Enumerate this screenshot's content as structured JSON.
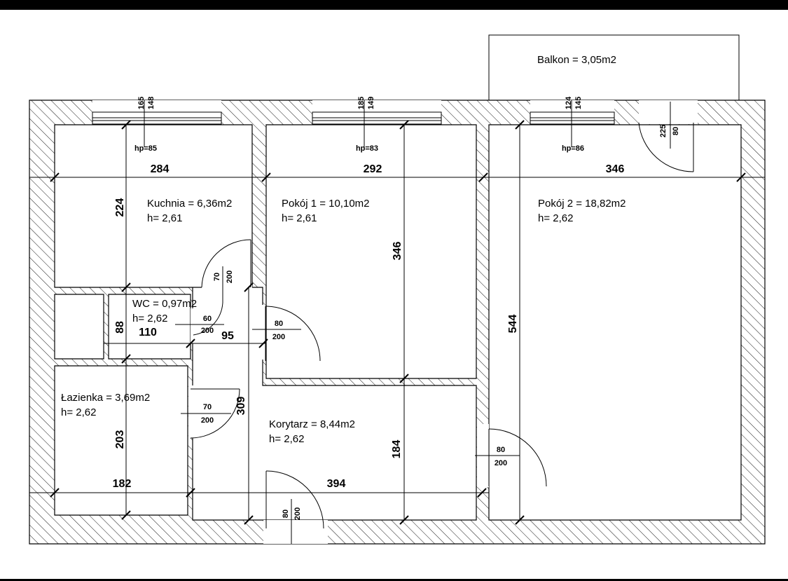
{
  "rooms": {
    "balkon": {
      "label": "Balkon = 3,05m2"
    },
    "kuchnia": {
      "label": "Kuchnia = 6,36m2",
      "height": "h= 2,61"
    },
    "pokoj1": {
      "label": "Pokój 1 = 10,10m2",
      "height": "h= 2,61"
    },
    "pokoj2": {
      "label": "Pokój 2 = 18,82m2",
      "height": "h= 2,62"
    },
    "wc": {
      "label": "WC = 0,97m2",
      "height": "h= 2,62"
    },
    "lazienka": {
      "label": "Łazienka = 3,69m2",
      "height": "h= 2,62"
    },
    "korytarz": {
      "label": "Korytarz = 8,44m2",
      "height": "h= 2,62"
    }
  },
  "dimensions": {
    "kuchnia_width": "284",
    "pokoj1_width": "292",
    "pokoj2_width": "346",
    "kuchnia_depth": "224",
    "pokoj1_depth": "346",
    "pokoj2_depth": "544",
    "wc_depth": "88",
    "wc_width": "110",
    "hall_gap": "95",
    "lazienka_depth": "203",
    "lazienka_width": "182",
    "hall_depth": "309",
    "korytarz_width": "394",
    "korytarz_depth": "184"
  },
  "windows": {
    "w1": {
      "a": "165",
      "b": "148",
      "hp": "hp=85"
    },
    "w2": {
      "a": "185",
      "b": "149",
      "hp": "hp=83"
    },
    "w3": {
      "a": "124",
      "b": "145",
      "hp": "hp=86"
    }
  },
  "doors": {
    "balcony": {
      "a": "80",
      "b": "225"
    },
    "kitchen": {
      "a": "70",
      "b": "200"
    },
    "wc": {
      "a": "60",
      "b": "200"
    },
    "pokoj1": {
      "a": "80",
      "b": "200"
    },
    "lazienka": {
      "a": "70",
      "b": "200"
    },
    "pokoj2": {
      "a": "80",
      "b": "200"
    },
    "entrance": {
      "a": "80",
      "b": "200"
    }
  }
}
